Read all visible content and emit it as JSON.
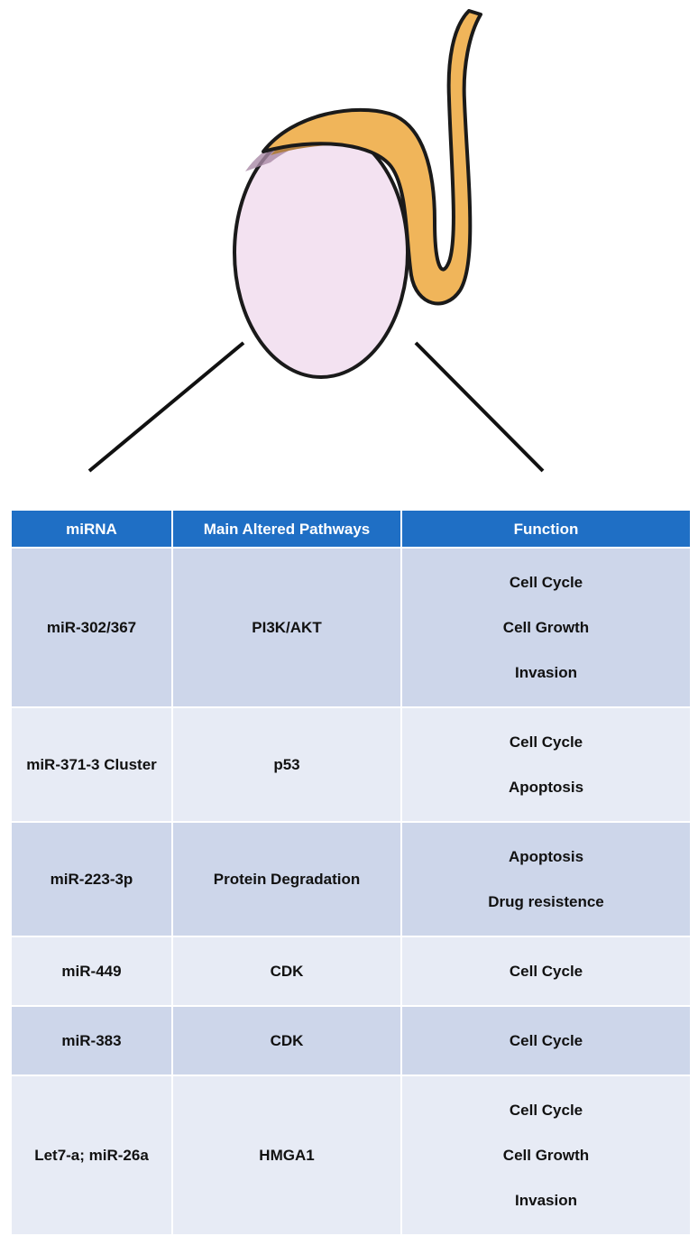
{
  "table": {
    "headers": [
      "miRNA",
      "Main Altered Pathways",
      "Function"
    ],
    "rows": [
      {
        "mirna": "miR-302/367",
        "pathway": "PI3K/AKT",
        "function": [
          "Cell Cycle",
          "Cell Growth",
          "Invasion"
        ]
      },
      {
        "mirna": "miR-371-3 Cluster",
        "pathway": "p53",
        "function": [
          "Cell Cycle",
          "Apoptosis"
        ]
      },
      {
        "mirna": "miR-223-3p",
        "pathway": "Protein Degradation",
        "function": [
          "Apoptosis",
          "Drug resistence"
        ]
      },
      {
        "mirna": "miR-449",
        "pathway": "CDK",
        "function": [
          "Cell Cycle"
        ]
      },
      {
        "mirna": "miR-383",
        "pathway": "CDK",
        "function": [
          "Cell Cycle"
        ]
      },
      {
        "mirna": "Let7-a; miR-26a",
        "pathway": "HMGA1",
        "function": [
          "Cell Cycle",
          "Cell Growth",
          "Invasion"
        ]
      }
    ]
  },
  "colors": {
    "header_bg": "#1f6fc5",
    "row_dark": "#cdd6ea",
    "row_light": "#e7ebf5",
    "testis_fill": "#f3e2f1",
    "epididymis_fill": "#f0b55a",
    "epididymis_shadow": "#b07f43",
    "outline": "#1a1a1a"
  }
}
